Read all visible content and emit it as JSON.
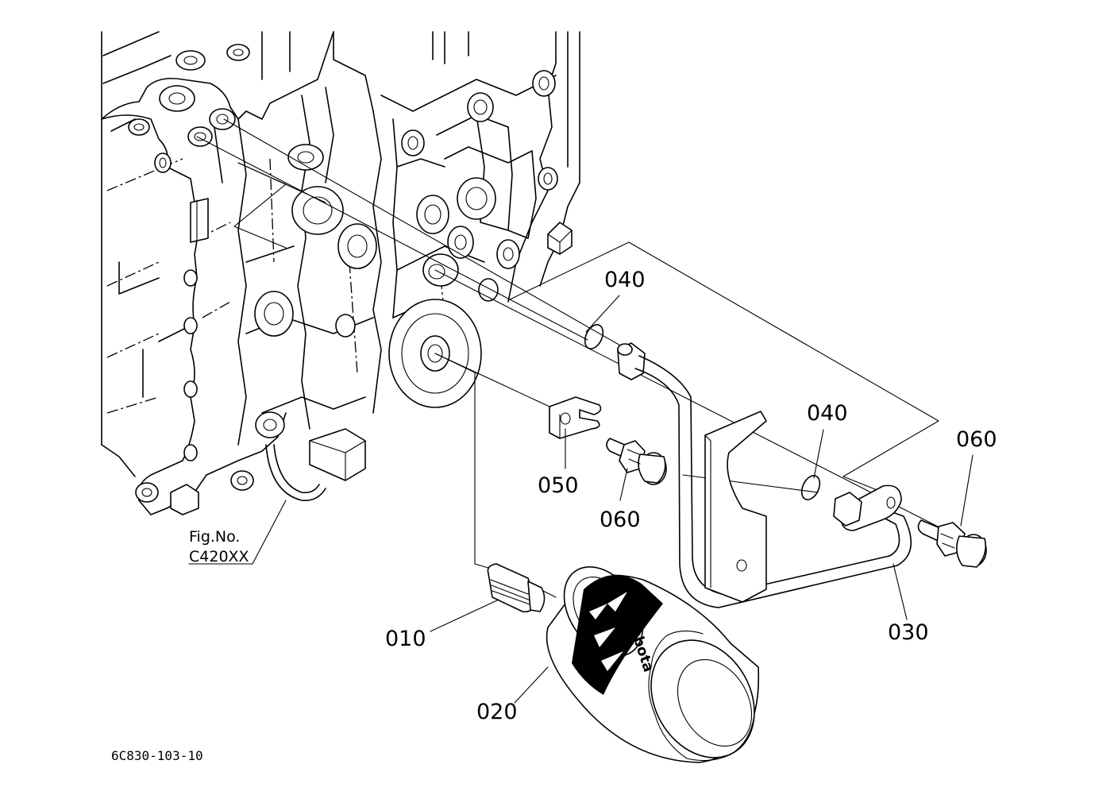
{
  "diagram": {
    "callouts": [
      {
        "id": "010",
        "text": "010"
      },
      {
        "id": "020",
        "text": "020"
      },
      {
        "id": "030",
        "text": "030"
      },
      {
        "id": "040a",
        "text": "040"
      },
      {
        "id": "040b",
        "text": "040"
      },
      {
        "id": "050",
        "text": "050"
      },
      {
        "id": "060a",
        "text": "060"
      },
      {
        "id": "060b",
        "text": "060"
      }
    ],
    "figure_reference": {
      "line1": "Fig.No.",
      "line2": "C420XX"
    },
    "drawing_number": "6C830-103-10",
    "filter_brand": "kubota"
  }
}
